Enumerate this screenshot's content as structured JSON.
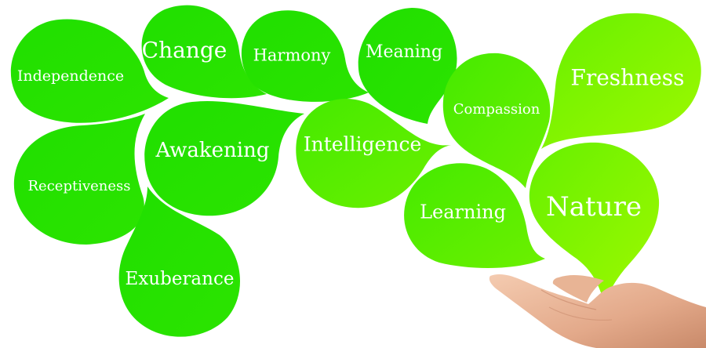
{
  "colors": {
    "background": "#ffffff",
    "bubble_green": "#22e000",
    "bubble_lime": "#7cf000",
    "text": "#ffffff",
    "skin": "#e9b697"
  },
  "words": {
    "independence": "Independence",
    "change": "Change",
    "harmony": "Harmony",
    "meaning": "Meaning",
    "compassion": "Compassion",
    "freshness": "Freshness",
    "receptiveness": "Receptiveness",
    "awakening": "Awakening",
    "intelligence": "Intelligence",
    "learning": "Learning",
    "nature": "Nature",
    "exuberance": "Exuberance"
  },
  "icons": {
    "hand": "open-palm-hand"
  }
}
